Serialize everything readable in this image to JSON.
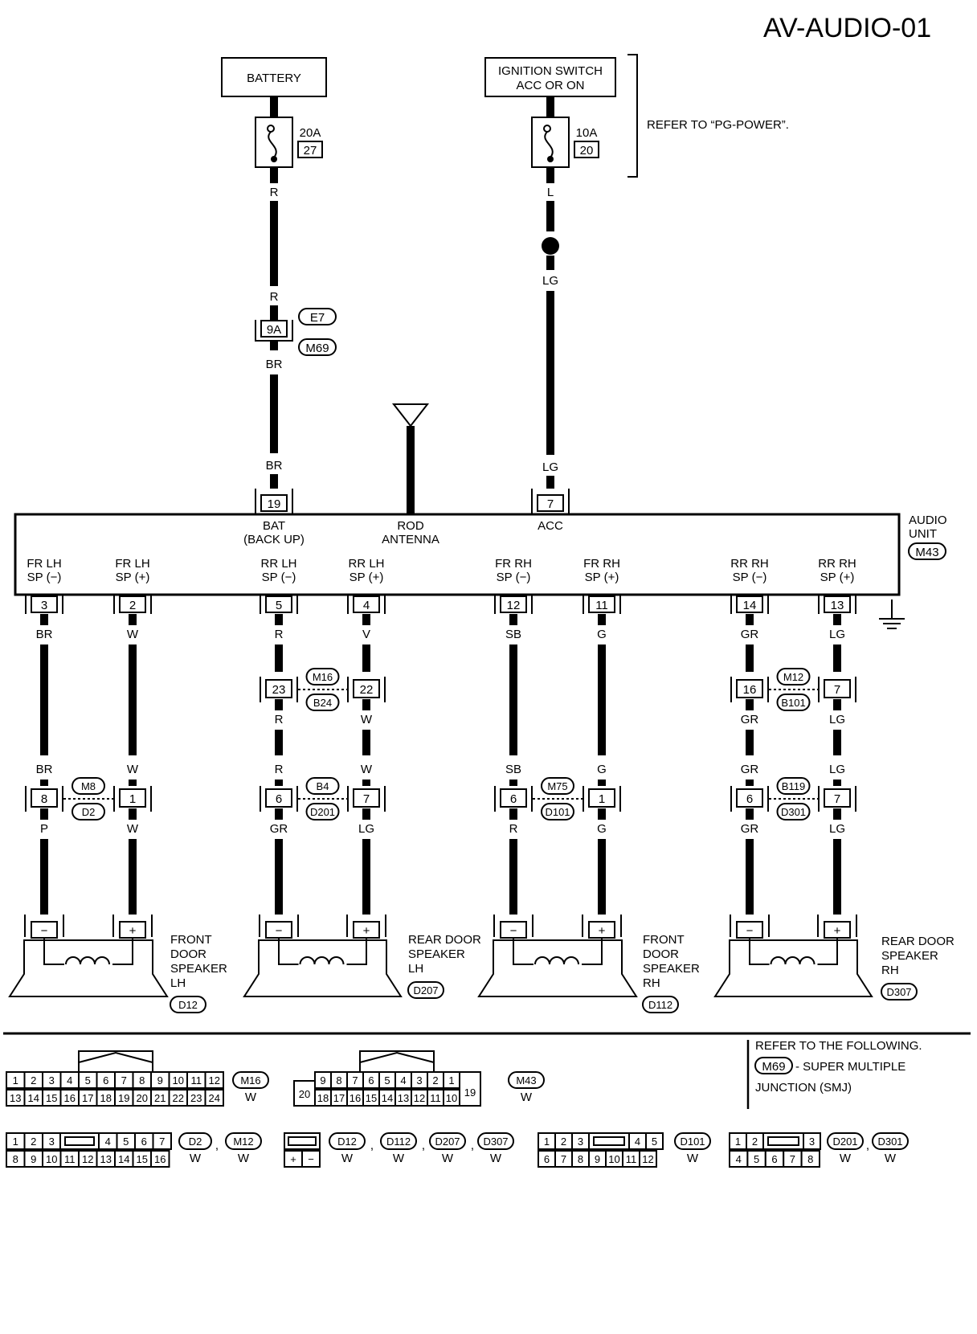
{
  "title": "AV-AUDIO-01",
  "power": {
    "battery": "BATTERY",
    "ignition_line1": "IGNITION SWITCH",
    "ignition_line2": "ACC OR ON",
    "refer": "REFER TO “PG-POWER”.",
    "fuse1_amp": "20A",
    "fuse1_no": "27",
    "fuse2_amp": "10A",
    "fuse2_no": "20",
    "wire_r": "R",
    "wire_l": "L",
    "wire_lg": "LG",
    "wire_br": "BR",
    "conn_9a": "9A",
    "conn_e7": "E7",
    "conn_m69": "M69"
  },
  "audio_unit": {
    "name1": "AUDIO",
    "name2": "UNIT",
    "connector": "M43",
    "bat_pin": "19",
    "bat_label1": "BAT",
    "bat_label2": "(BACK UP)",
    "ant_label1": "ROD",
    "ant_label2": "ANTENNA",
    "acc_pin": "7",
    "acc_label": "ACC"
  },
  "terminals": [
    {
      "l1": "FR LH",
      "l2": "SP (−)",
      "pin": "3"
    },
    {
      "l1": "FR LH",
      "l2": "SP (+)",
      "pin": "2"
    },
    {
      "l1": "RR LH",
      "l2": "SP (−)",
      "pin": "5"
    },
    {
      "l1": "RR LH",
      "l2": "SP (+)",
      "pin": "4"
    },
    {
      "l1": "FR RH",
      "l2": "SP (−)",
      "pin": "12"
    },
    {
      "l1": "FR RH",
      "l2": "SP (+)",
      "pin": "11"
    },
    {
      "l1": "RR RH",
      "l2": "SP (−)",
      "pin": "14"
    },
    {
      "l1": "RR RH",
      "l2": "SP (+)",
      "pin": "13"
    }
  ],
  "wires": {
    "top": [
      "BR",
      "W",
      "R",
      "V",
      "SB",
      "G",
      "GR",
      "LG"
    ],
    "mid": [
      "BR",
      "W",
      "R",
      "W",
      "SB",
      "G",
      "GR",
      "LG"
    ],
    "bot": [
      "P",
      "W",
      "GR",
      "LG",
      "R",
      "G",
      "GR",
      "LG"
    ]
  },
  "mid_connectors": [
    {
      "pin_a": "23",
      "pin_b": "22",
      "top": "M16",
      "bottom": "B24"
    },
    {
      "pin_a": "16",
      "pin_b": "7",
      "top": "M12",
      "bottom": "B101"
    }
  ],
  "low_connectors": [
    {
      "pin_a": "8",
      "pin_b": "1",
      "top": "M8",
      "bottom": "D2"
    },
    {
      "pin_a": "6",
      "pin_b": "7",
      "top": "B4",
      "bottom": "D201"
    },
    {
      "pin_a": "6",
      "pin_b": "1",
      "top": "M75",
      "bottom": "D101"
    },
    {
      "pin_a": "6",
      "pin_b": "7",
      "top": "B119",
      "bottom": "D301"
    }
  ],
  "speakers": [
    {
      "l1": "FRONT",
      "l2": "DOOR",
      "l3": "SPEAKER",
      "l4": "LH",
      "conn": "D12"
    },
    {
      "l1": "REAR DOOR",
      "l2": "SPEAKER",
      "l3": "LH",
      "l4": "",
      "conn": "D207"
    },
    {
      "l1": "FRONT",
      "l2": "DOOR",
      "l3": "SPEAKER",
      "l4": "RH",
      "conn": "D112"
    },
    {
      "l1": "REAR DOOR",
      "l2": "SPEAKER",
      "l3": "RH",
      "l4": "",
      "conn": "D307"
    }
  ],
  "speaker_pins": {
    "minus": "−",
    "plus": "+"
  },
  "refer_following": {
    "line1": "REFER TO THE FOLLOWING.",
    "conn": "M69",
    "line2": "- SUPER MULTIPLE",
    "line3": "JUNCTION (SMJ)"
  },
  "connector_views": {
    "m16": {
      "row1": [
        "1",
        "2",
        "3",
        "4",
        "5",
        "6",
        "7",
        "8",
        "9",
        "10",
        "11",
        "12"
      ],
      "row2": [
        "13",
        "14",
        "15",
        "16",
        "17",
        "18",
        "19",
        "20",
        "21",
        "22",
        "23",
        "24"
      ],
      "conn": "M16",
      "color": "W"
    },
    "m43": {
      "row1": [
        "9",
        "8",
        "7",
        "6",
        "5",
        "4",
        "3",
        "2",
        "1"
      ],
      "row2": [
        "18",
        "17",
        "16",
        "15",
        "14",
        "13",
        "12",
        "11",
        "10"
      ],
      "left": "20",
      "right": "19",
      "conn": "M43",
      "color": "W"
    },
    "d2": {
      "row1": [
        "1",
        "2",
        "3",
        "4",
        "5",
        "6",
        "7"
      ],
      "row2": [
        "8",
        "9",
        "10",
        "11",
        "12",
        "13",
        "14",
        "15",
        "16"
      ],
      "conns": [
        "D2",
        "M12"
      ],
      "colors": [
        "W",
        "W"
      ],
      "sep": ","
    },
    "d12": {
      "pins": [
        "+",
        "−"
      ],
      "conns": [
        "D12",
        "D112",
        "D207",
        "D307"
      ],
      "colors": [
        "W",
        "W",
        "W",
        "W"
      ],
      "sep": ","
    },
    "d101": {
      "row1": [
        "1",
        "2",
        "3",
        "4",
        "5"
      ],
      "row2": [
        "6",
        "7",
        "8",
        "9",
        "10",
        "11",
        "12"
      ],
      "conn": "D101",
      "color": "W"
    },
    "d201": {
      "row1": [
        "1",
        "2",
        "3"
      ],
      "row2": [
        "4",
        "5",
        "6",
        "7",
        "8"
      ],
      "conns": [
        "D201",
        "D301"
      ],
      "colors": [
        "W",
        "W"
      ],
      "sep": ","
    }
  }
}
